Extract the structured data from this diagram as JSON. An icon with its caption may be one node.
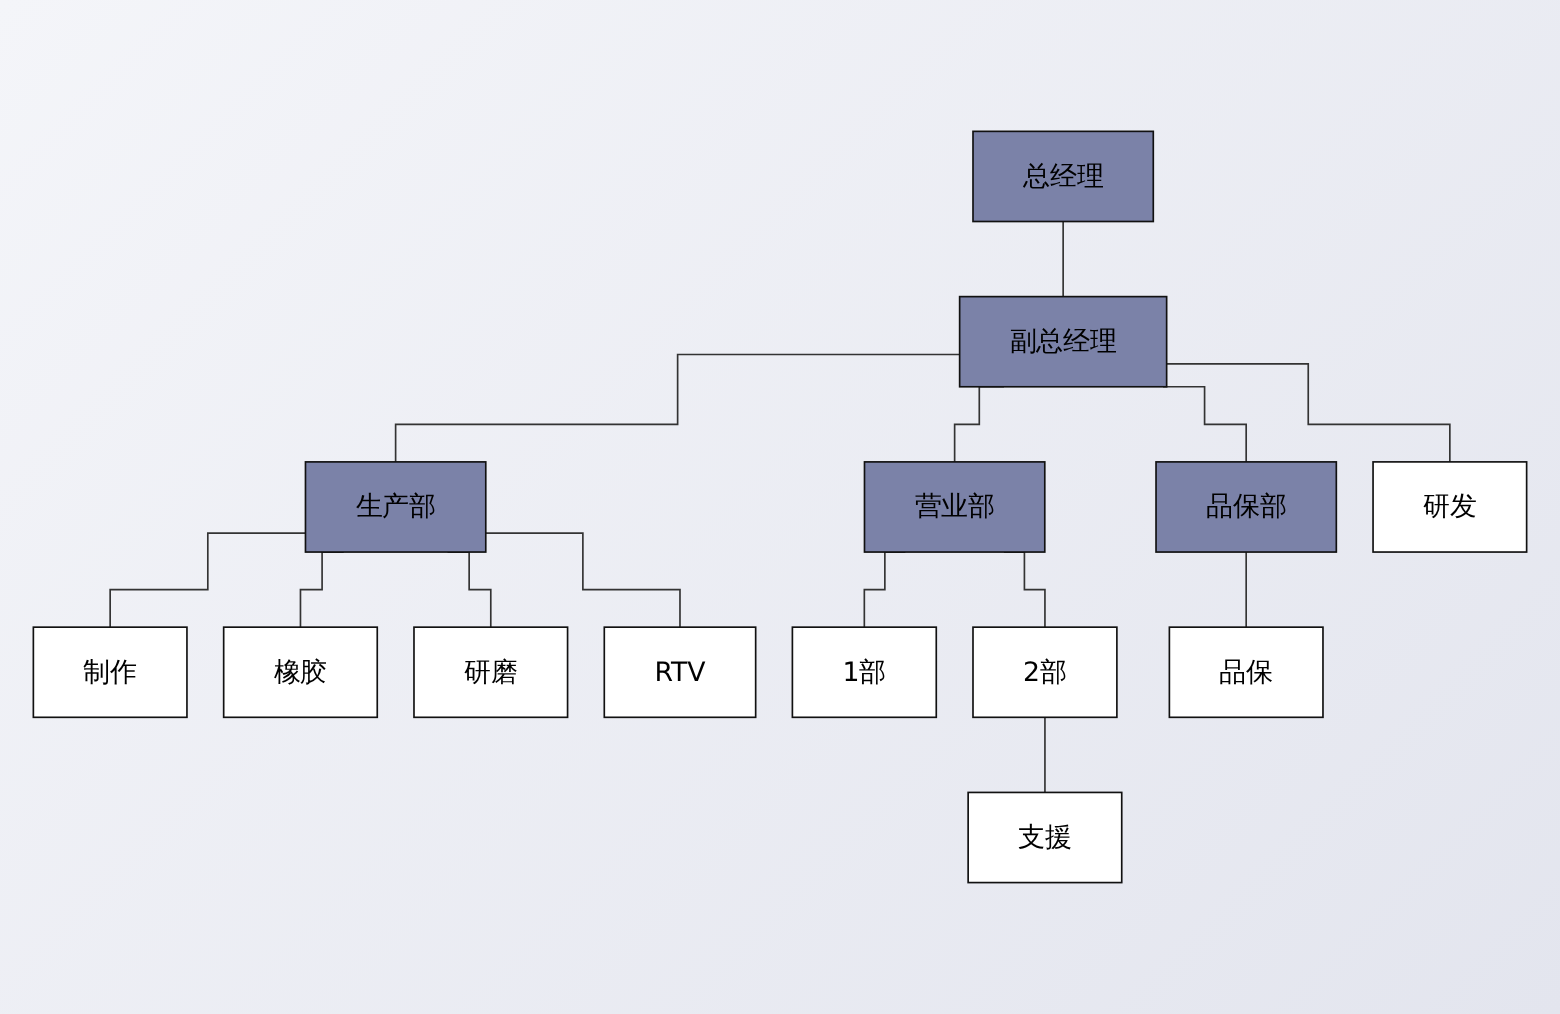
{
  "diagram": {
    "nodes": [
      {
        "text": [
          "总经理"
        ]
      },
      {
        "text": [
          "副总经理"
        ]
      },
      {
        "text": [
          "生产部"
        ]
      },
      {
        "text": [
          "营业部"
        ]
      },
      {
        "text": [
          "品保部"
        ]
      },
      {
        "text": [
          "制作"
        ]
      },
      {
        "text": [
          "橡胶"
        ]
      },
      {
        "text": [
          "研磨"
        ]
      },
      {
        "text": [
          "RTV"
        ]
      },
      {
        "text": [
          "1部"
        ]
      },
      {
        "text": [
          "2部"
        ]
      },
      {
        "text": [
          "支援"
        ]
      },
      {
        "text": [
          "品保"
        ]
      },
      {
        "text": [
          "研发"
        ]
      }
    ],
    "edges": [
      {
        "from": 0,
        "to": 1,
        "arrow": "none"
      },
      {
        "from": 1,
        "to": 2,
        "arrow": "none"
      },
      {
        "from": 1,
        "to": 3,
        "arrow": "none"
      },
      {
        "from": 1,
        "to": 4,
        "arrow": "none"
      },
      {
        "from": 1,
        "to": 13,
        "arrow": "none"
      },
      {
        "from": 2,
        "to": 5,
        "arrow": "none"
      },
      {
        "from": 2,
        "to": 6,
        "arrow": "none"
      },
      {
        "from": 2,
        "to": 7,
        "arrow": "none"
      },
      {
        "from": 2,
        "to": 8,
        "arrow": "none"
      },
      {
        "from": 3,
        "to": 9,
        "arrow": "none"
      },
      {
        "from": 3,
        "to": 10,
        "arrow": "none"
      },
      {
        "from": 10,
        "to": 11,
        "arrow": "none"
      },
      {
        "from": 4,
        "to": 12,
        "arrow": "none"
      }
    ]
  }
}
